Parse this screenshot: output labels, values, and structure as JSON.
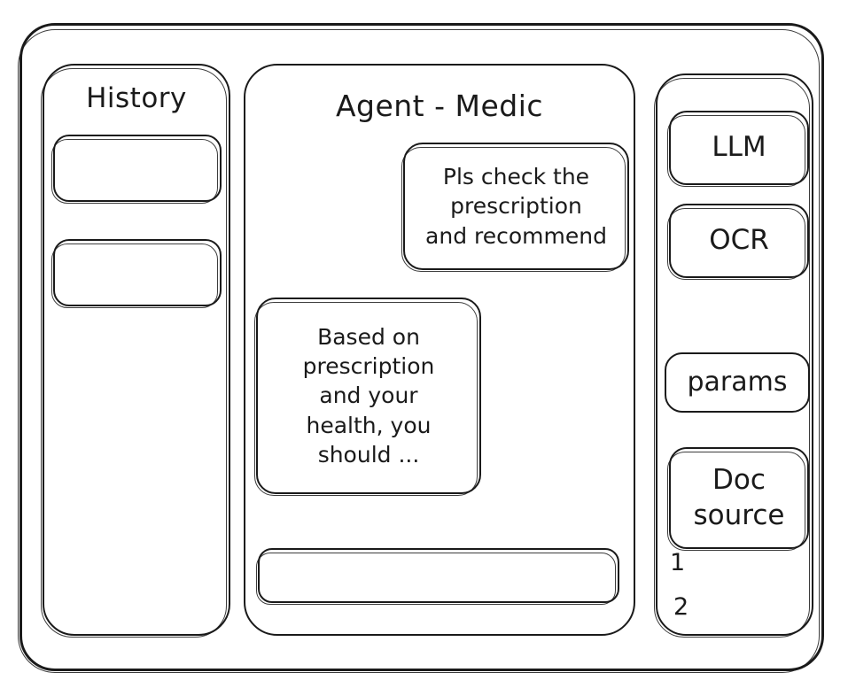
{
  "frame": {
    "name": "wireframe-outer-frame"
  },
  "sidebar_history": {
    "title": "History",
    "items": [
      {
        "label": ""
      },
      {
        "label": ""
      }
    ]
  },
  "main": {
    "title": "Agent - Medic",
    "messages": [
      {
        "role": "user",
        "lines": [
          "Pls check the",
          "prescription",
          "and recommend"
        ],
        "text": "Pls check the prescription and recommend"
      },
      {
        "role": "agent",
        "lines": [
          "Based on",
          "prescription",
          "and your",
          "health, you",
          "should ..."
        ],
        "text": "Based on prescription and your health, you should ..."
      }
    ],
    "composer": {
      "value": "",
      "placeholder": ""
    }
  },
  "sidebar_tools": {
    "items": [
      {
        "label": "LLM"
      },
      {
        "label": "OCR"
      },
      {
        "label": "params"
      }
    ],
    "doc_source": {
      "line1": "Doc",
      "line2": "source",
      "refs": [
        "1",
        "2"
      ]
    }
  },
  "style": {
    "stroke": "#1a1a1a",
    "background": "#ffffff"
  }
}
